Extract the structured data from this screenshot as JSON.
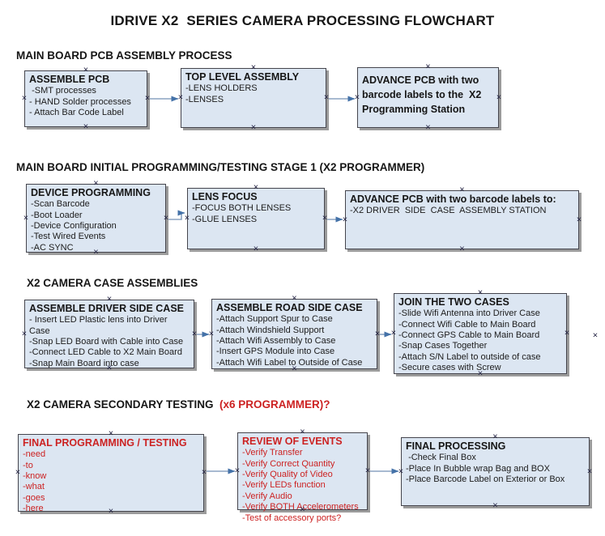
{
  "title": "IDRIVE X2  SERIES CAMERA PROCESSING FLOWCHART",
  "icons": {
    "connection_handle": "×"
  },
  "colors": {
    "box_fill": "#dce6f2",
    "box_border": "#45454d",
    "box_shadow": "#9b9b9b",
    "red_text": "#cc2222",
    "connector_line": "#8ba3c2",
    "connector_arrowhead": "#4472a8"
  },
  "sections": [
    {
      "heading": "MAIN BOARD PCB ASSEMBLY PROCESS",
      "boxes": [
        {
          "title": "ASSEMBLE PCB",
          "items": [
            " -SMT processes",
            "- HAND Solder processes",
            "- Attach Bar Code Label"
          ]
        },
        {
          "title": "TOP LEVEL ASSEMBLY",
          "items": [
            "-LENS HOLDERS",
            "-LENSES"
          ]
        },
        {
          "title": "ADVANCE PCB with two barcode labels to the  X2 Programming Station",
          "items": []
        }
      ]
    },
    {
      "heading": "MAIN BOARD INITIAL PROGRAMMING/TESTING STAGE 1 (X2 PROGRAMMER)",
      "boxes": [
        {
          "title": "DEVICE PROGRAMMING",
          "items": [
            "-Scan Barcode",
            "-Boot Loader",
            "-Device Configuration",
            "-Test Wired Events",
            "-AC SYNC"
          ]
        },
        {
          "title": "LENS FOCUS",
          "items": [
            "-FOCUS BOTH LENSES",
            "-GLUE LENSES"
          ]
        },
        {
          "title": "ADVANCE PCB with two barcode labels to:",
          "items": [
            "-X2 DRIVER  SIDE  CASE  ASSEMBLY STATION"
          ]
        }
      ]
    },
    {
      "heading": "X2 CAMERA CASE ASSEMBLIES",
      "boxes": [
        {
          "title": "ASSEMBLE DRIVER SIDE CASE",
          "items": [
            "- Insert LED Plastic lens into Driver Case",
            "-Snap LED Board with Cable into Case",
            "-Connect LED Cable to X2 Main Board",
            "-Snap Main Board into case"
          ]
        },
        {
          "title": "ASSEMBLE ROAD SIDE CASE",
          "items": [
            "-Attach Support Spur to Case",
            "-Attach Windshield Support",
            "-Attach Wifi Assembly to Case",
            "-Insert GPS Module into Case",
            "-Attach Wifi Label to Outside of Case"
          ]
        },
        {
          "title": "JOIN THE TWO CASES",
          "items": [
            "-Slide Wifi Antenna into Driver Case",
            "-Connect Wifi Cable to Main Board",
            "-Connect GPS Cable to Main Board",
            "-Snap Cases Together",
            "-Attach S/N Label to outside of case",
            "-Secure cases with Screw"
          ]
        }
      ]
    },
    {
      "heading": "X2 CAMERA SECONDARY TESTING ",
      "heading_red": " (x6 PROGRAMMER)?",
      "boxes": [
        {
          "title": "FINAL PROGRAMMING / TESTING",
          "items": [
            "-need",
            "-to",
            "-know",
            "-what",
            "-goes",
            "-here"
          ]
        },
        {
          "title": "REVIEW OF EVENTS",
          "items": [
            "-Verify Transfer",
            "-Verify Correct Quantity",
            "-Verify Quality of Video",
            "-Verify LEDs function",
            "-Verify Audio",
            "-Verify BOTH Accelerometers",
            "-Test of accessory ports?"
          ]
        },
        {
          "title": "FINAL PROCESSING",
          "items": [
            " -Check Final Box",
            "-Place In Bubble wrap Bag and BOX",
            "-Place Barcode Label on Exterior or Box"
          ]
        }
      ]
    }
  ]
}
